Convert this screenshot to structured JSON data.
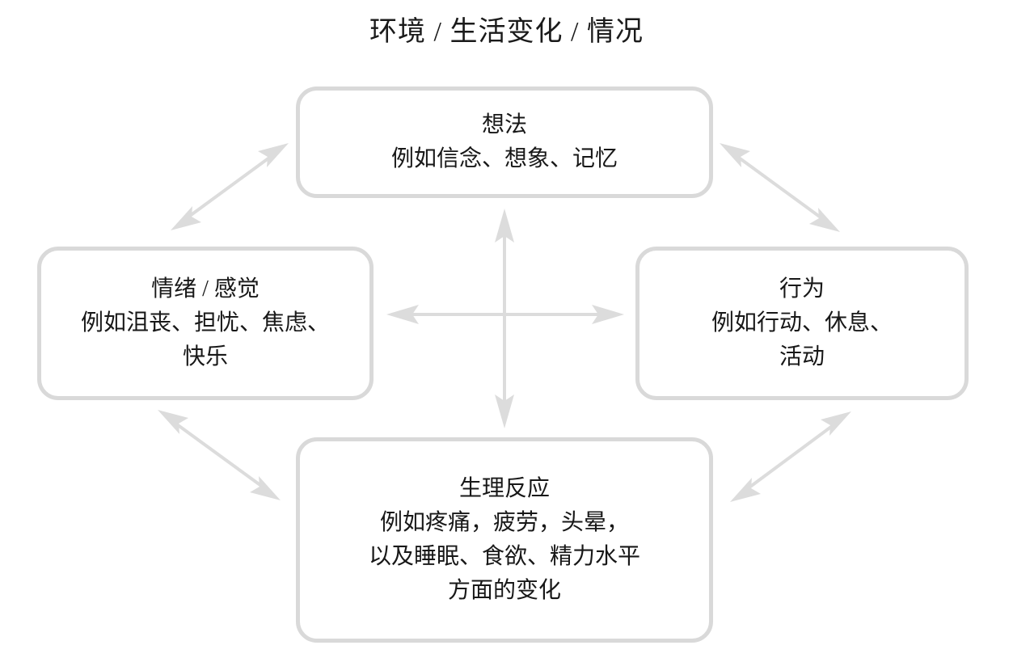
{
  "title": "环境 / 生活变化 / 情况",
  "colors": {
    "box_border": "#d9d9d9",
    "arrow": "#dcdcdc",
    "text": "#181818",
    "background": "#ffffff"
  },
  "nodes": {
    "thoughts": {
      "title": "想法",
      "desc": "例如信念、想象、记忆"
    },
    "emotions": {
      "title": "情绪 / 感觉",
      "desc": "例如沮丧、担忧、焦虑、\n快乐"
    },
    "behaviour": {
      "title": "行为",
      "desc": "例如行动、休息、\n活动"
    },
    "physical": {
      "title": "生理反应",
      "desc": "例如疼痛，疲劳，头晕，\n以及睡眠、食欲、精力水平\n方面的变化"
    }
  },
  "connectors": [
    {
      "name": "thoughts-emotions",
      "style": "double-headed-diagonal"
    },
    {
      "name": "thoughts-behaviour",
      "style": "double-headed-diagonal"
    },
    {
      "name": "emotions-physical",
      "style": "double-headed-diagonal"
    },
    {
      "name": "behaviour-physical",
      "style": "double-headed-diagonal"
    },
    {
      "name": "thoughts-physical-vertical",
      "style": "double-headed-vertical"
    },
    {
      "name": "emotions-behaviour-horizontal",
      "style": "double-headed-horizontal"
    }
  ]
}
